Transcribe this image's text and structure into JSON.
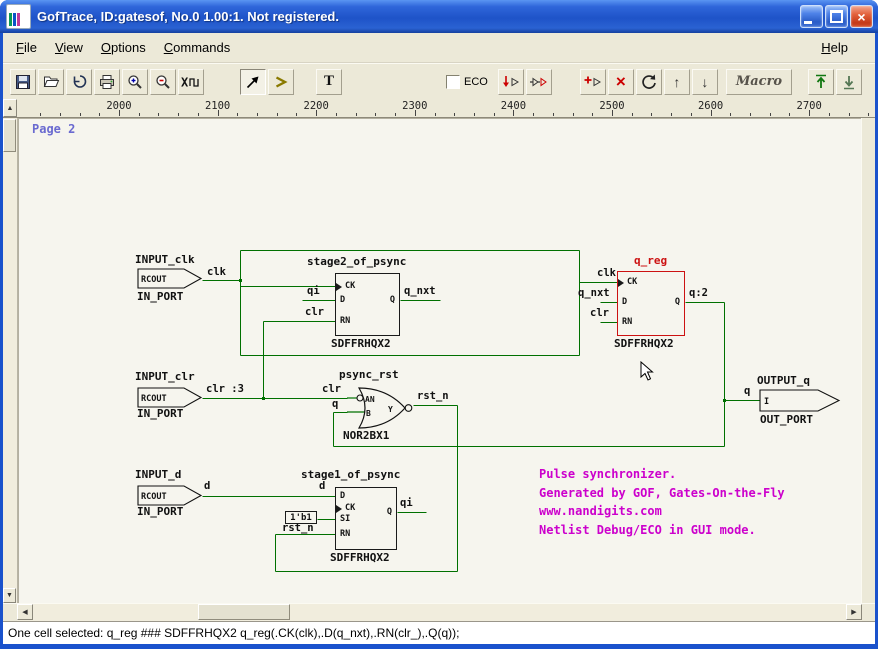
{
  "window": {
    "title": "GofTrace, ID:gatesof, No.0 1.00:1. Not registered."
  },
  "menu": {
    "items": [
      "File",
      "View",
      "Options",
      "Commands"
    ],
    "help": "Help"
  },
  "toolbar": {
    "eco_label": "ECO",
    "macro_label": "Macro",
    "buttons_left": [
      "save",
      "open",
      "undo",
      "print",
      "zoom-in",
      "zoom-out",
      "waveform"
    ],
    "buttons_tools": [
      "pointer-tool",
      "driver-tool",
      "text-tool"
    ],
    "buttons_eco": [
      "eco-insert-after",
      "eco-insert-between",
      "eco-add-gate",
      "eco-delete",
      "eco-restore",
      "eco-move-up",
      "eco-move-down"
    ],
    "buttons_right": [
      "push-netlist",
      "pop-netlist"
    ]
  },
  "ruler": {
    "labels": [
      "2000",
      "2100",
      "2200",
      "2300",
      "2400",
      "2500",
      "2600",
      "2700"
    ]
  },
  "schematic": {
    "page_label": "Page 2",
    "ports": {
      "input_clk": {
        "title": "INPUT_clk",
        "inner": "RCOUT",
        "type_label": "IN_PORT",
        "net": "clk"
      },
      "input_clr": {
        "title": "INPUT_clr",
        "inner": "RCOUT",
        "type_label": "IN_PORT",
        "net": "clr :3",
        "net_at_gate": "clr"
      },
      "input_d": {
        "title": "INPUT_d",
        "inner": "RCOUT",
        "type_label": "IN_PORT",
        "net": "d"
      },
      "output_q": {
        "title": "OUTPUT_q",
        "inner": "I",
        "type_label": "OUT_PORT",
        "net": "q"
      }
    },
    "cells": {
      "stage2": {
        "title": "stage2_of_psync",
        "type": "SDFFRHQX2",
        "pins": {
          "ck": "CK",
          "d": "D",
          "rn": "RN",
          "q": "Q"
        },
        "nets": {
          "d": "qi",
          "rn": "clr",
          "q": "q_nxt"
        }
      },
      "q_reg": {
        "title": "q_reg",
        "type": "SDFFRHQX2",
        "pins": {
          "ck": "CK",
          "d": "D",
          "rn": "RN",
          "q": "Q"
        },
        "nets": {
          "ck": "clk",
          "d": "q_nxt",
          "rn": "clr",
          "q": "q:2"
        }
      },
      "stage1": {
        "title": "stage1_of_psync",
        "type": "SDFFRHQX2",
        "pins": {
          "d": "D",
          "ck": "CK",
          "si": "SI",
          "rn": "RN",
          "q": "Q"
        },
        "nets": {
          "d": "d",
          "si": "1'b1",
          "rn": "rst_n",
          "q": "qi"
        }
      },
      "psync_rst": {
        "title": "psync_rst",
        "type": "NOR2BX1",
        "pins": {
          "a": "AN",
          "b": "B",
          "y": "Y"
        },
        "nets": {
          "b": "q",
          "y": "rst_n"
        }
      }
    },
    "annotation_lines": [
      "Pulse synchronizer.",
      "Generated by GOF, Gates-On-the-Fly",
      "www.nandigits.com",
      "Netlist Debug/ECO in GUI mode."
    ]
  },
  "status": {
    "text": "One cell selected: q_reg ### SDFFRHQX2 q_reg(.CK(clk),.D(q_nxt),.RN(clr_),.Q(q));"
  },
  "colors": {
    "wire": "#007000",
    "selected_cell": "#cc1111",
    "annotation": "#cc00cc",
    "page_label": "#6a6ad0"
  }
}
